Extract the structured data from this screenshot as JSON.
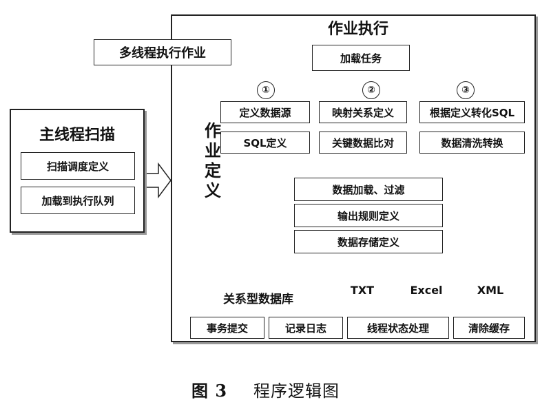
{
  "figure": {
    "caption_num": "图 3",
    "caption_text": "程序逻辑图"
  },
  "main_thread": {
    "title": "主线程扫描",
    "items": [
      "扫描调度定义",
      "加载到执行队列"
    ]
  },
  "multithread_label": "多线程执行作业",
  "job_exec": {
    "title": "作业执行",
    "load_task": "加载任务",
    "job_def_label": "作业定义",
    "col1": {
      "num": "①",
      "items": [
        "定义数据源",
        "SQL定义"
      ]
    },
    "col2": {
      "num": "②",
      "items": [
        "映射关系定义",
        "关键数据比对"
      ]
    },
    "col3": {
      "num": "③",
      "items": [
        "根据定义转化SQL",
        "数据清洗转换"
      ]
    },
    "pipeline": [
      "数据加载、过滤",
      "输出规则定义",
      "数据存储定义"
    ],
    "outputs": {
      "db": "关系型数据库",
      "txt": "TXT",
      "excel": "Excel",
      "xml": "XML"
    },
    "bottom": [
      "事务提交",
      "记录日志",
      "线程状态处理",
      "清除缓存"
    ]
  }
}
